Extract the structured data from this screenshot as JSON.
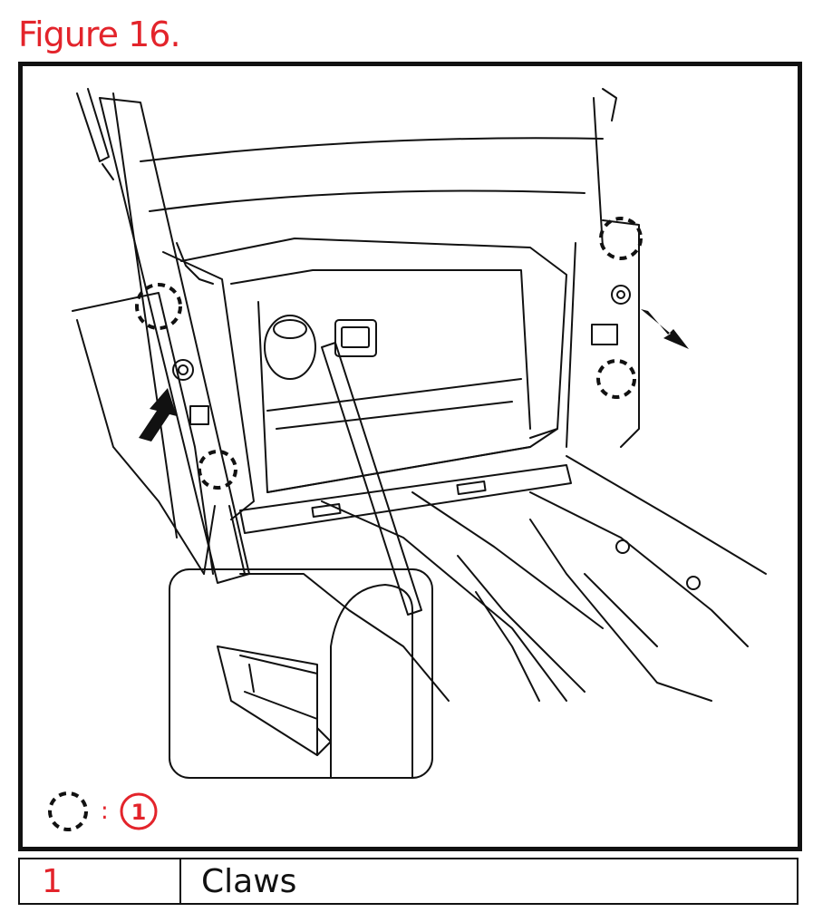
{
  "figure": {
    "title": "Figure 16."
  },
  "diagram": {
    "key": {
      "symbol_icon": "dashed-circle-icon",
      "separator": ":",
      "number": "1"
    },
    "colors": {
      "accent": "#e3242b",
      "line": "#111111",
      "arrow": "#111111"
    },
    "callouts": [
      "dashed-circle",
      "dashed-circle",
      "dashed-circle",
      "dashed-circle"
    ],
    "arrows": [
      "pointer-arrow-left",
      "pointer-arrow-right"
    ]
  },
  "legend": {
    "rows": [
      {
        "number": "1",
        "description": "Claws"
      }
    ]
  }
}
